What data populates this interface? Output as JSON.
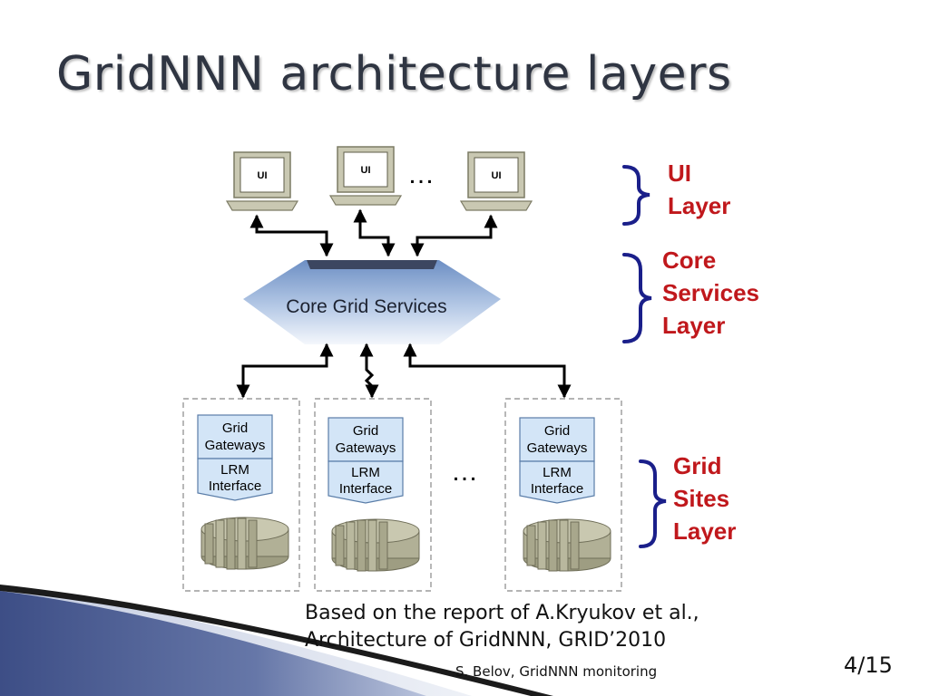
{
  "slide": {
    "title": "GridNNN architecture layers",
    "caption_line1": "Based on the report of A.Kryukov et al.,",
    "caption_line2": "Architecture of GridNNN, GRID’2010",
    "footer": "S. Belov, GridNNN monitoring",
    "page": "4/15"
  },
  "diagram": {
    "ui_terminal_label": "UI",
    "ellipsis": "…",
    "core_services_label": "Core Grid Services",
    "site_gateway_line1": "Grid",
    "site_gateway_line2": "Gateways",
    "site_lrm_line1": "LRM",
    "site_lrm_line2": "Interface",
    "layers": {
      "ui": [
        "UI",
        "Layer"
      ],
      "core": [
        "Core",
        "Services",
        "Layer"
      ],
      "sites": [
        "Grid",
        "Sites",
        "Layer"
      ]
    }
  },
  "colors": {
    "layer_label": "#c0181c",
    "brace": "#1a1f8a",
    "box_blue": "#d3e5f7",
    "machine_gray": "#a9a88c"
  }
}
